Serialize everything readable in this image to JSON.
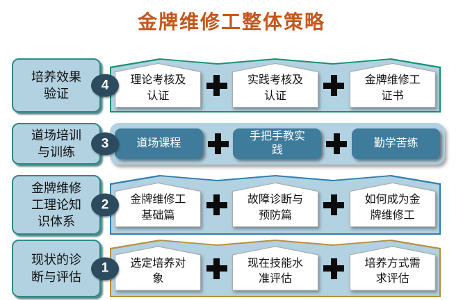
{
  "title": {
    "text": "金牌维修工整体策略"
  },
  "plus_symbol": "+",
  "colors": {
    "title_text": "#c4571b",
    "container_fill": "#b2d1e1",
    "label_fill": "#b2d1e1",
    "label_border": "#2e8b80",
    "number_badge_fill": "#2d4b5e",
    "dark_box_fill": "#3f7b9b",
    "stage4_container_border": "#17926f",
    "stage2_container_border": "#2f7fae",
    "stage1_container_border": "#b5913f",
    "plus_color": "#0b0b0b",
    "plaque_fill": "#ffffff"
  },
  "rows": [
    {
      "number": "4",
      "label": "培养效果验证",
      "items": [
        "理论考核及认证",
        "实践考核及认证",
        "金牌维修工证书"
      ]
    },
    {
      "number": "3",
      "label": "道场培训与训练",
      "items": [
        "道场课程",
        "手把手教实践",
        "勤学苦练"
      ]
    },
    {
      "number": "2",
      "label": "金牌维修工理论知识体系",
      "items": [
        "金牌维修工基础篇",
        "故障诊断与预防篇",
        "如何成为金牌维修工"
      ]
    },
    {
      "number": "1",
      "label": "现状的诊断与评估",
      "items": [
        "选定培养对象",
        "现在技能水准评估",
        "培养方式需求评估"
      ]
    }
  ]
}
